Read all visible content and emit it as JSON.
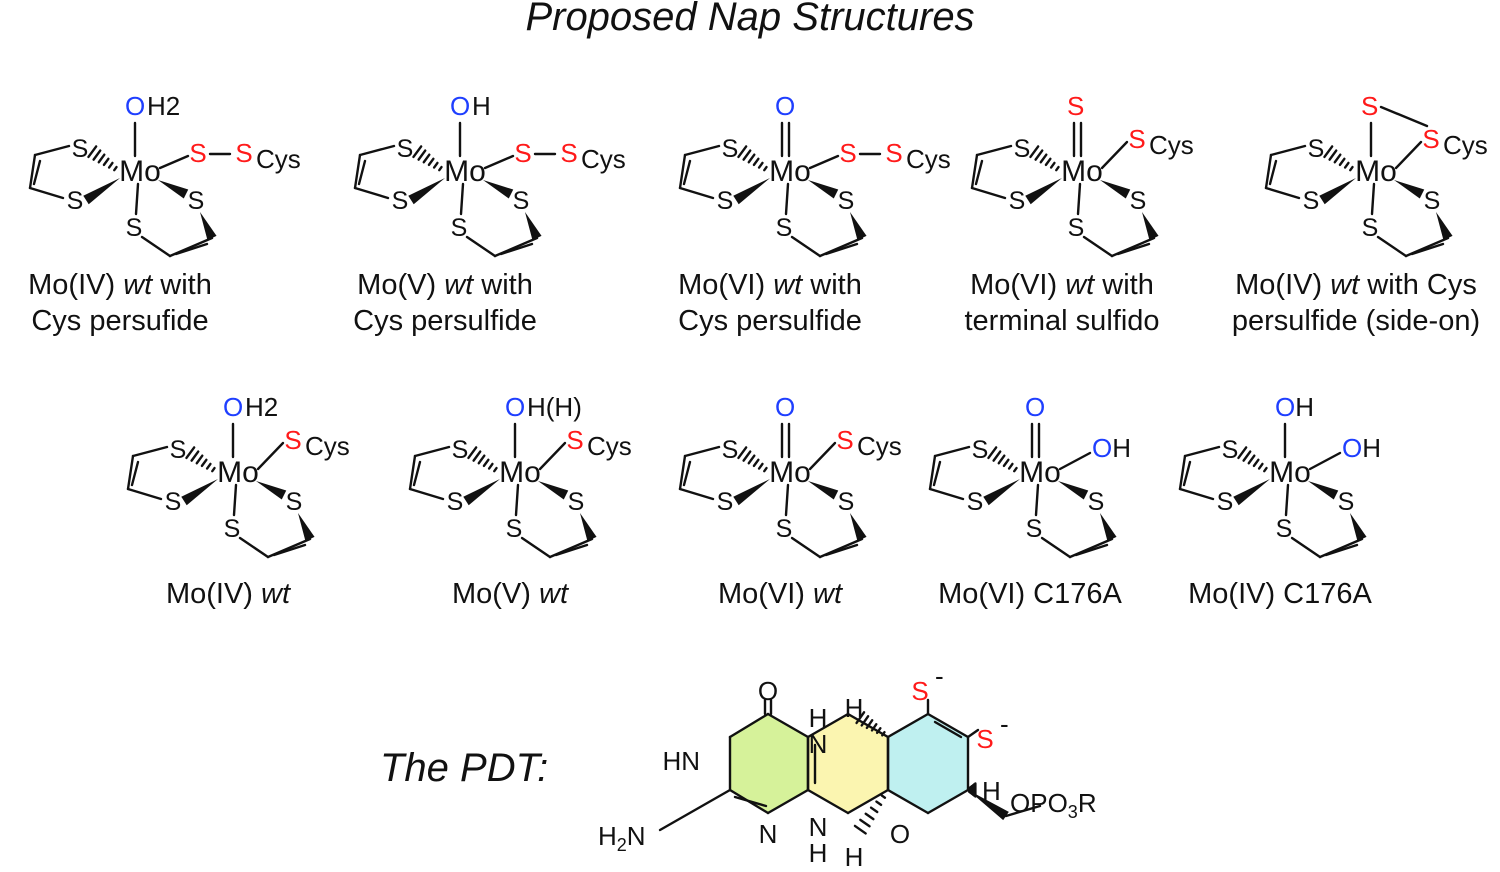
{
  "title": "Proposed Nap Structures",
  "structures_row1": [
    {
      "caption_line1": "Mo(IV)",
      "caption_italic": "wt",
      "caption_after": " with",
      "caption_line2": "Cys persufide",
      "top": "O",
      "top_sub": "H2",
      "top_double": false,
      "ligand_type": "persulfide",
      "s_label": "S",
      "s2_label": "S",
      "cys": "Cys"
    },
    {
      "caption_line1": "Mo(V)",
      "caption_italic": "wt",
      "caption_after": " with",
      "caption_line2": "Cys persulfide",
      "top": "O",
      "top_sub": "H",
      "top_double": false,
      "ligand_type": "persulfide",
      "s_label": "S",
      "s2_label": "S",
      "cys": "Cys"
    },
    {
      "caption_line1": "Mo(VI)",
      "caption_italic": "wt",
      "caption_after": " with",
      "caption_line2": "Cys persulfide",
      "top": "O",
      "top_sub": "",
      "top_double": true,
      "ligand_type": "persulfide",
      "s_label": "S",
      "s2_label": "S",
      "cys": "Cys"
    },
    {
      "caption_line1": "Mo(VI)",
      "caption_italic": "wt",
      "caption_after": " with",
      "caption_line2": "terminal sulfido",
      "top": "S",
      "top_sub": "",
      "top_double": true,
      "ligand_type": "cys",
      "s_label": "S",
      "cys": "Cys"
    },
    {
      "caption_line1": "Mo(IV)",
      "caption_italic": "wt",
      "caption_after": " with Cys",
      "caption_line2": "persulfide (side-on)",
      "top": "S",
      "top_sub": "",
      "top_double": false,
      "ligand_type": "sideon",
      "s_label": "S",
      "cys": "Cys"
    }
  ],
  "structures_row2": [
    {
      "caption": "Mo(IV)",
      "caption_italic": "wt",
      "top": "O",
      "top_sub": "H2",
      "top_double": false,
      "ligand_type": "cys",
      "s_label": "S",
      "cys": "Cys"
    },
    {
      "caption": "Mo(V)",
      "caption_italic": "wt",
      "top": "O",
      "top_sub": "H(H)",
      "top_double": false,
      "ligand_type": "cys",
      "s_label": "S",
      "cys": "Cys"
    },
    {
      "caption": "Mo(VI)",
      "caption_italic": "wt",
      "top": "O",
      "top_sub": "",
      "top_double": true,
      "ligand_type": "cys",
      "s_label": "S",
      "cys": "Cys"
    },
    {
      "caption": "Mo(VI) C176A",
      "caption_italic": "",
      "top": "O",
      "top_sub": "",
      "top_double": true,
      "ligand_type": "oh",
      "oh_label": "OH"
    },
    {
      "caption": "Mo(IV) C176A",
      "caption_italic": "",
      "top": "OH",
      "top_sub": "",
      "top_double": false,
      "ligand_type": "oh",
      "oh_label": "OH"
    }
  ],
  "dithiolene_atoms": {
    "metal": "Mo",
    "sulfur": "S"
  },
  "pdt": {
    "label": "The PDT:",
    "atoms": {
      "carbonyl_O": "O",
      "HN": "HN",
      "H2N_main": "H",
      "H2N_sub": "2",
      "H2N_end": "N",
      "N_lower": "N",
      "NH_top_N": "N",
      "NH_top_H": "H",
      "NH_bottom_N": "N",
      "NH_bottom_H": "H",
      "H_top": "H",
      "H_bottom": "H",
      "S_minus_1": "S",
      "S_minus_2": "S",
      "charge": "-",
      "ring_O": "O",
      "H_right": "H",
      "OPO": "OPO",
      "OPO_sub": "3",
      "OPO_R": "R"
    },
    "ring_colors": {
      "pyrimidine": "#d6f29a",
      "pyrazine": "#fbf5b0",
      "pyran": "#bff0f0"
    }
  },
  "colors": {
    "sulfur_highlight": "#ff1a1a",
    "oxygen_highlight": "#1f3fff",
    "ink": "#111111"
  }
}
